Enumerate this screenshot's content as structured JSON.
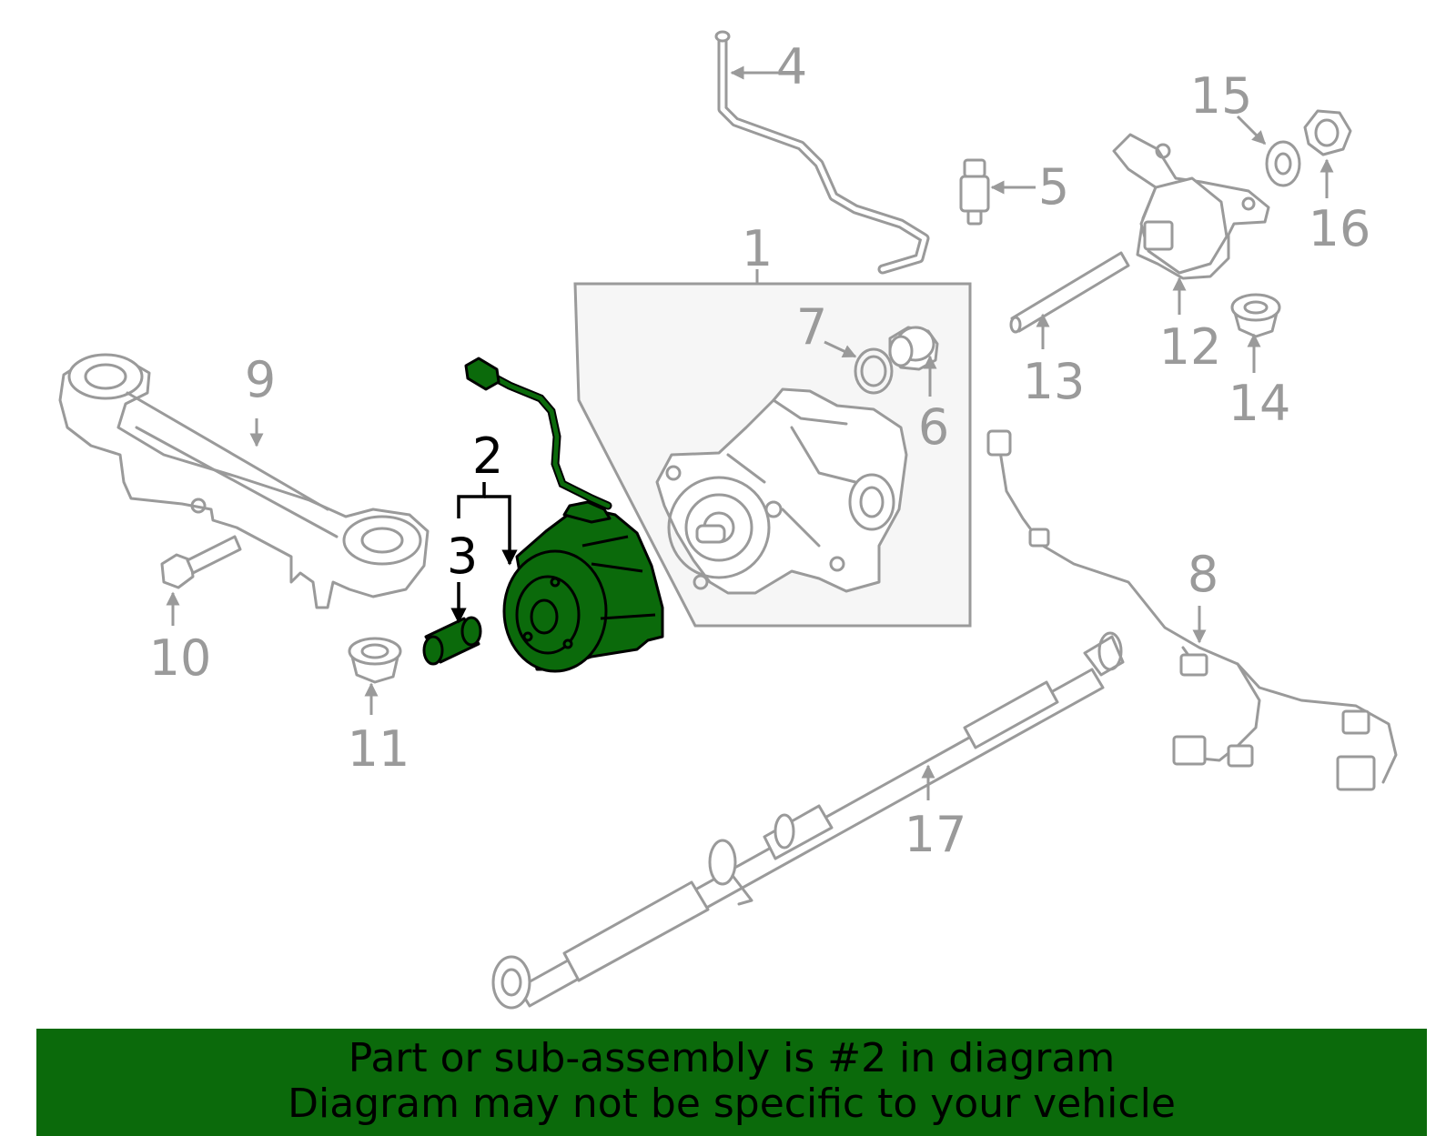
{
  "diagram": {
    "highlighted_part": "2",
    "highlight_color": "#0b6a0b",
    "part_color": "#9a9a9a",
    "callouts": [
      "1",
      "2",
      "3",
      "4",
      "5",
      "6",
      "7",
      "8",
      "9",
      "10",
      "11",
      "12",
      "13",
      "14",
      "15",
      "16",
      "17"
    ]
  },
  "banner": {
    "line1": "Part or sub-assembly is #2 in diagram",
    "line2": "Diagram may not be specific to your vehicle",
    "color": "#0b6a0b"
  }
}
